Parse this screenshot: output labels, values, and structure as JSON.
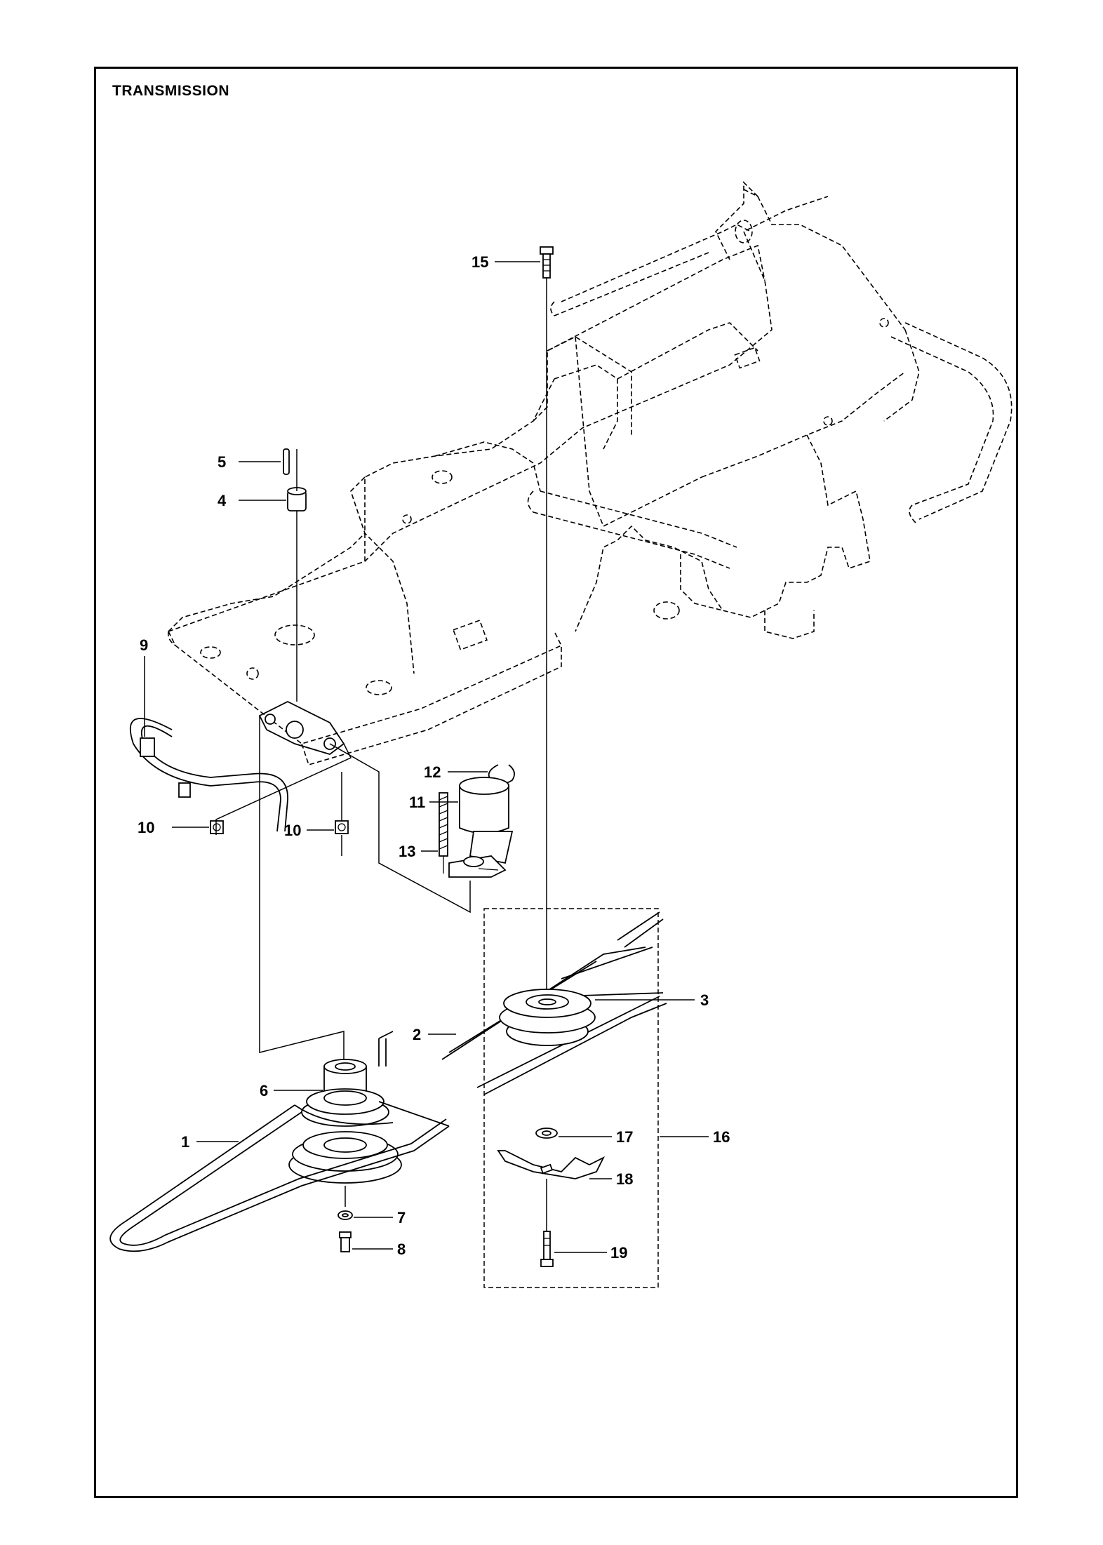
{
  "title": "TRANSMISSION",
  "callouts": [
    {
      "id": "c1",
      "label": "1"
    },
    {
      "id": "c2",
      "label": "2"
    },
    {
      "id": "c3",
      "label": "3"
    },
    {
      "id": "c4",
      "label": "4"
    },
    {
      "id": "c5",
      "label": "5"
    },
    {
      "id": "c6",
      "label": "6"
    },
    {
      "id": "c7",
      "label": "7"
    },
    {
      "id": "c8",
      "label": "8"
    },
    {
      "id": "c9",
      "label": "9"
    },
    {
      "id": "c10a",
      "label": "10"
    },
    {
      "id": "c10b",
      "label": "10"
    },
    {
      "id": "c11",
      "label": "11"
    },
    {
      "id": "c12",
      "label": "12"
    },
    {
      "id": "c13",
      "label": "13"
    },
    {
      "id": "c15",
      "label": "15"
    },
    {
      "id": "c16",
      "label": "16"
    },
    {
      "id": "c17",
      "label": "17"
    },
    {
      "id": "c18",
      "label": "18"
    },
    {
      "id": "c19",
      "label": "19"
    }
  ]
}
